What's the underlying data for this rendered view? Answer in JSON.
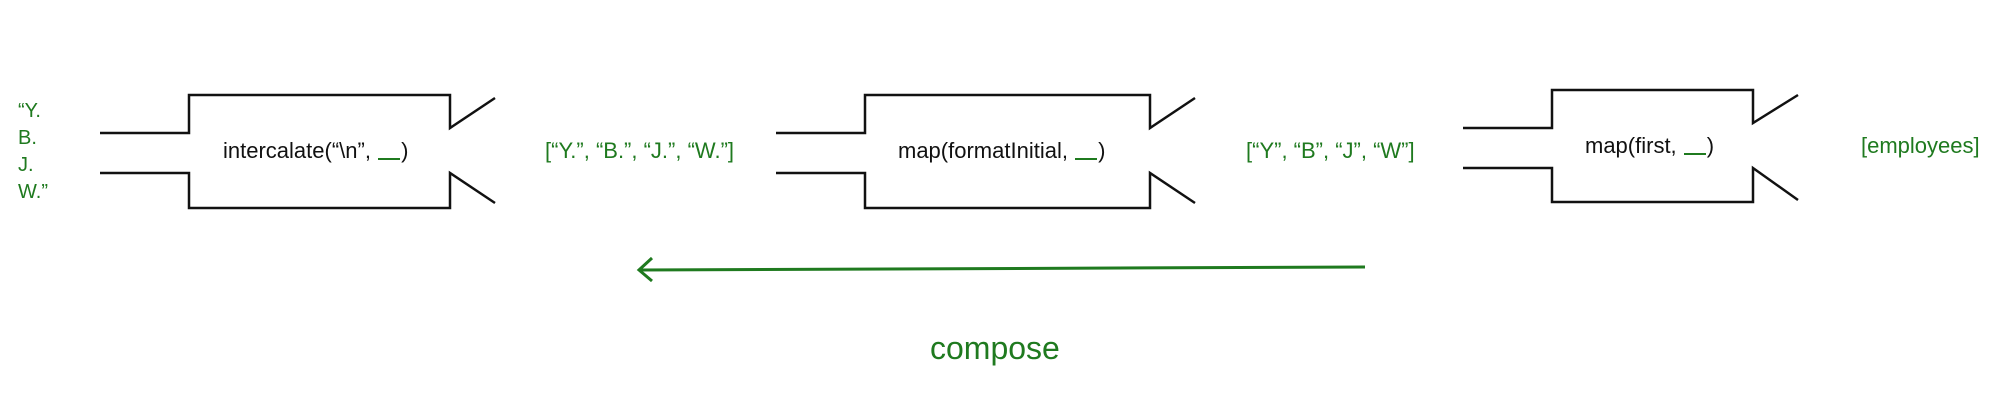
{
  "machines": [
    {
      "name_prefix": "intercalate(“\\n”, ",
      "name_suffix": ")"
    },
    {
      "name_prefix": "map(formatInitial, ",
      "name_suffix": ")"
    },
    {
      "name_prefix": "map(first, ",
      "name_suffix": ")"
    }
  ],
  "values": {
    "final_output_lines": [
      "“Y.",
      "B.",
      "J.",
      "W.”"
    ],
    "formatted_initials": "[“Y.”, “B.”, “J.”, “W.”]",
    "first_letters": "[“Y”, “B”, “J”, “W”]",
    "input": "[employees]"
  },
  "arrow_label": "compose",
  "colors": {
    "accent": "#1f7a1f",
    "outline": "#111111"
  }
}
